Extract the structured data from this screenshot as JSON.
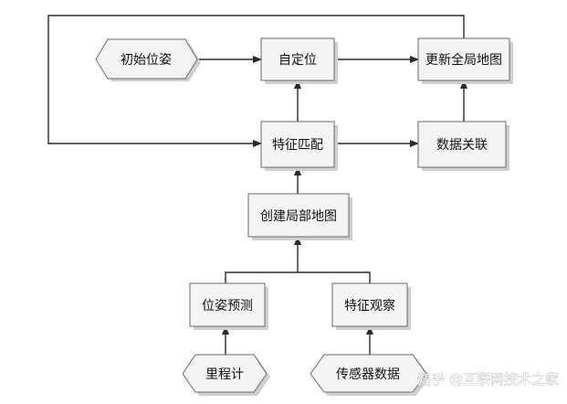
{
  "nodes": {
    "initial_pose": "初始位姿",
    "self_localization": "自定位",
    "update_global_map": "更新全局地图",
    "feature_matching": "特征匹配",
    "data_association": "数据关联",
    "create_local_map": "创建局部地图",
    "pose_prediction": "位姿预测",
    "feature_observation": "特征观察",
    "odometer": "里程计",
    "sensor_data": "传感器数据"
  },
  "watermark": "知乎 @互联网技术之家"
}
